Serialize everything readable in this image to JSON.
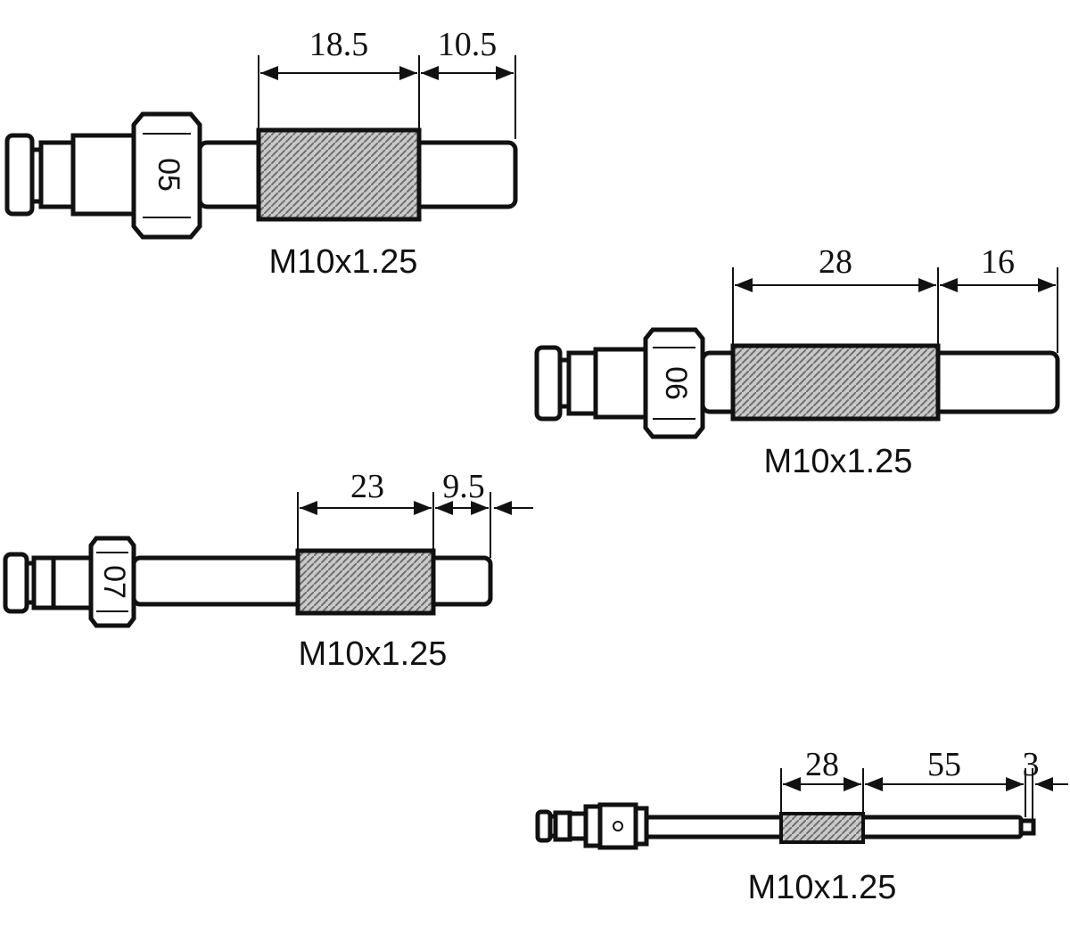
{
  "colors": {
    "ink": "#111111",
    "thread": "#9a9a9a",
    "background": "#ffffff"
  },
  "adapters": [
    {
      "id": "05",
      "nut_code": "05",
      "thread_label": "M10x1.25",
      "dims": [
        "18.5",
        "10.5"
      ]
    },
    {
      "id": "06",
      "nut_code": "06",
      "thread_label": "M10x1.25",
      "dims": [
        "28",
        "16"
      ]
    },
    {
      "id": "07",
      "nut_code": "07",
      "thread_label": "M10x1.25",
      "dims": [
        "23",
        "9.5"
      ]
    },
    {
      "id": "08",
      "nut_code": "",
      "thread_label": "M10x1.25",
      "dims": [
        "28",
        "55",
        "3"
      ]
    }
  ]
}
